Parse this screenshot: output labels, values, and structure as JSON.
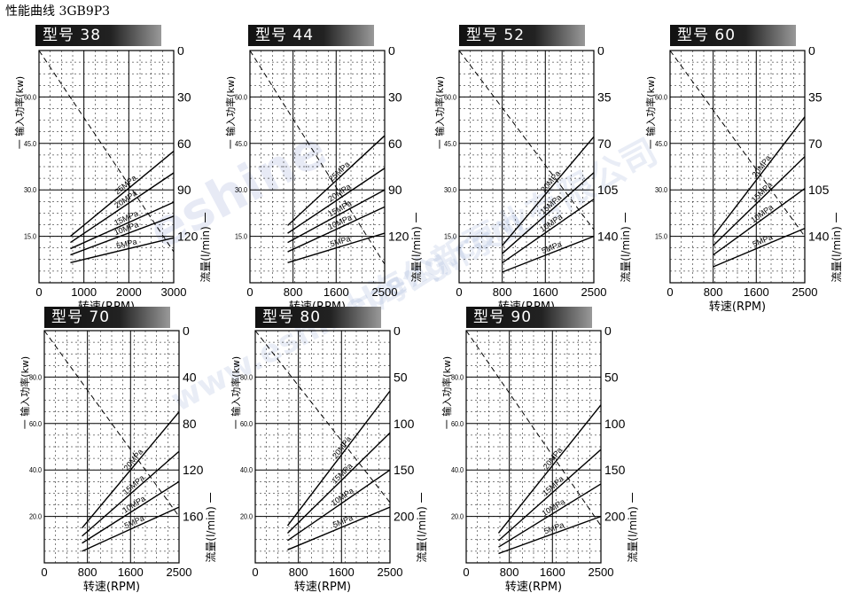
{
  "page_title": "性能曲线 3GB9P3",
  "watermark": {
    "logo": "eshine",
    "company": "上海公新泵业有限公司",
    "url": "www.eshinebeng.com"
  },
  "chart_data": [
    {
      "type": "line",
      "badge": "型号 38",
      "xlabel": "转速(RPM)",
      "ylabel_left": "输入功率(kw)",
      "ylabel_right": "流量(l/min)",
      "x_ticks": [
        0,
        1000,
        2000,
        3000
      ],
      "xlim": [
        0,
        3000
      ],
      "power_ticks": [
        "15.0",
        "30.0",
        "45.0",
        "60.0"
      ],
      "power_lim": [
        0,
        75
      ],
      "flow_ticks": [
        0,
        30,
        60,
        90,
        120
      ],
      "flow_lim": [
        0,
        150
      ],
      "power_limit_line": [
        [
          0,
          0
        ],
        [
          3000,
          130
        ]
      ],
      "series": [
        {
          "name": "25MPa",
          "x": [
            700,
            3000
          ],
          "flow": [
            120,
            65
          ]
        },
        {
          "name": "20MPa",
          "x": [
            700,
            3000
          ],
          "flow": [
            124,
            79
          ]
        },
        {
          "name": "15MPa",
          "x": [
            700,
            3000
          ],
          "flow": [
            128,
            98
          ]
        },
        {
          "name": "10MPa",
          "x": [
            700,
            3000
          ],
          "flow": [
            132,
            107
          ]
        },
        {
          "name": "5MPa",
          "x": [
            700,
            3000
          ],
          "flow": [
            137,
            121
          ]
        }
      ]
    },
    {
      "type": "line",
      "badge": "型号 44",
      "xlabel": "转速(RPM)",
      "ylabel_left": "输入功率(kw)",
      "ylabel_right": "流量(l/min)",
      "x_ticks": [
        0,
        800,
        1600,
        2500
      ],
      "xlim": [
        0,
        2500
      ],
      "power_ticks": [
        "15.0",
        "30.0",
        "45.0",
        "60.0"
      ],
      "power_lim": [
        0,
        75
      ],
      "flow_ticks": [
        0,
        30,
        60,
        90,
        120
      ],
      "flow_lim": [
        0,
        150
      ],
      "power_limit_line": [
        [
          0,
          0
        ],
        [
          2500,
          138
        ]
      ],
      "series": [
        {
          "name": "25MPa",
          "x": [
            700,
            2500
          ],
          "flow": [
            113,
            55
          ]
        },
        {
          "name": "20MPa",
          "x": [
            700,
            2500
          ],
          "flow": [
            118,
            76
          ]
        },
        {
          "name": "15MPa",
          "x": [
            700,
            2500
          ],
          "flow": [
            124,
            90
          ]
        },
        {
          "name": "10MPa",
          "x": [
            700,
            2500
          ],
          "flow": [
            130,
            101
          ]
        },
        {
          "name": "5MPa",
          "x": [
            700,
            2500
          ],
          "flow": [
            137,
            118
          ]
        }
      ]
    },
    {
      "type": "line",
      "badge": "型号 52",
      "xlabel": "转速(RPM)",
      "ylabel_left": "输入功率(kw)",
      "ylabel_right": "流量(l/min)",
      "x_ticks": [
        0,
        800,
        1600,
        2500
      ],
      "xlim": [
        0,
        2500
      ],
      "power_ticks": [
        "15.0",
        "30.0",
        "45.0",
        "60.0"
      ],
      "power_lim": [
        0,
        75
      ],
      "flow_ticks": [
        0,
        35,
        70,
        105,
        140
      ],
      "flow_lim": [
        0,
        175
      ],
      "power_limit_line": [
        [
          0,
          0
        ],
        [
          2500,
          135
        ]
      ],
      "series": [
        {
          "name": "20MPa",
          "x": [
            800,
            2500
          ],
          "flow": [
            147,
            65
          ]
        },
        {
          "name": "15MPa",
          "x": [
            800,
            2500
          ],
          "flow": [
            153,
            92
          ]
        },
        {
          "name": "10MPa",
          "x": [
            800,
            2500
          ],
          "flow": [
            160,
            112
          ]
        },
        {
          "name": "5MPa",
          "x": [
            800,
            2500
          ],
          "flow": [
            167,
            140
          ]
        }
      ]
    },
    {
      "type": "line",
      "badge": "型号 60",
      "xlabel": "转速(RPM)",
      "ylabel_left": "输入功率(kw)",
      "ylabel_right": "流量(l/min)",
      "x_ticks": [
        0,
        800,
        1600,
        2500
      ],
      "xlim": [
        0,
        2500
      ],
      "power_ticks": [
        "15.0",
        "30.0",
        "45.0",
        "60.0"
      ],
      "power_lim": [
        0,
        75
      ],
      "flow_ticks": [
        0,
        35,
        70,
        105,
        140
      ],
      "flow_lim": [
        0,
        175
      ],
      "power_limit_line": [
        [
          0,
          0
        ],
        [
          2500,
          140
        ]
      ],
      "series": [
        {
          "name": "20MPa",
          "x": [
            800,
            2500
          ],
          "flow": [
            140,
            50
          ]
        },
        {
          "name": "15MPa",
          "x": [
            800,
            2500
          ],
          "flow": [
            147,
            80
          ]
        },
        {
          "name": "10MPa",
          "x": [
            800,
            2500
          ],
          "flow": [
            154,
            104
          ]
        },
        {
          "name": "5MPa",
          "x": [
            800,
            2500
          ],
          "flow": [
            163,
            134
          ]
        }
      ]
    },
    {
      "type": "line",
      "badge": "型号 70",
      "xlabel": "转速(RPM)",
      "ylabel_left": "输入功率(kw)",
      "ylabel_right": "流量(l/min)",
      "x_ticks": [
        0,
        800,
        1600,
        2500
      ],
      "xlim": [
        0,
        2500
      ],
      "power_ticks": [
        "20.0",
        "40.0",
        "60.0",
        "80.0"
      ],
      "power_lim": [
        0,
        100
      ],
      "flow_ticks": [
        0,
        40,
        80,
        120,
        160
      ],
      "flow_lim": [
        0,
        200
      ],
      "power_limit_line": [
        [
          0,
          0
        ],
        [
          2500,
          160
        ]
      ],
      "series": [
        {
          "name": "20MPa",
          "x": [
            700,
            2500
          ],
          "flow": [
            170,
            70
          ]
        },
        {
          "name": "15MPa",
          "x": [
            700,
            2500
          ],
          "flow": [
            177,
            104
          ]
        },
        {
          "name": "10MPa",
          "x": [
            700,
            2500
          ],
          "flow": [
            183,
            130
          ]
        },
        {
          "name": "5MPa",
          "x": [
            700,
            2500
          ],
          "flow": [
            190,
            152
          ]
        }
      ]
    },
    {
      "type": "line",
      "badge": "型号 80",
      "xlabel": "转速(RPM)",
      "ylabel_left": "输入功率(kw)",
      "ylabel_right": "流量(l/min)",
      "x_ticks": [
        0,
        800,
        1600,
        2500
      ],
      "xlim": [
        0,
        2500
      ],
      "power_ticks": [
        "20.0",
        "40.0",
        "60.0",
        "80.0"
      ],
      "power_lim": [
        0,
        100
      ],
      "flow_ticks": [
        0,
        50,
        100,
        150,
        200
      ],
      "flow_lim": [
        0,
        250
      ],
      "power_limit_line": [
        [
          0,
          0
        ],
        [
          2500,
          185
        ]
      ],
      "series": [
        {
          "name": "20MPa",
          "x": [
            600,
            2500
          ],
          "flow": [
            210,
            65
          ]
        },
        {
          "name": "15MPa",
          "x": [
            600,
            2500
          ],
          "flow": [
            218,
            110
          ]
        },
        {
          "name": "10MPa",
          "x": [
            600,
            2500
          ],
          "flow": [
            226,
            150
          ]
        },
        {
          "name": "5MPa",
          "x": [
            600,
            2500
          ],
          "flow": [
            236,
            190
          ]
        }
      ]
    },
    {
      "type": "line",
      "badge": "型号 90",
      "xlabel": "转速(RPM)",
      "ylabel_left": "输入功率(kw)",
      "ylabel_right": "流量(l/min)",
      "x_ticks": [
        0,
        800,
        1600,
        2500
      ],
      "xlim": [
        0,
        2500
      ],
      "power_ticks": [
        "20.0",
        "40.0",
        "60.0",
        "80.0"
      ],
      "power_lim": [
        0,
        100
      ],
      "flow_ticks": [
        0,
        50,
        100,
        150,
        200
      ],
      "flow_lim": [
        0,
        250
      ],
      "power_limit_line": [
        [
          0,
          0
        ],
        [
          2500,
          210
        ]
      ],
      "series": [
        {
          "name": "20MPa",
          "x": [
            600,
            2500
          ],
          "flow": [
            218,
            80
          ]
        },
        {
          "name": "15MPa",
          "x": [
            600,
            2500
          ],
          "flow": [
            226,
            128
          ]
        },
        {
          "name": "10MPa",
          "x": [
            600,
            2500
          ],
          "flow": [
            233,
            165
          ]
        },
        {
          "name": "5MPa",
          "x": [
            600,
            2500
          ],
          "flow": [
            240,
            200
          ]
        }
      ]
    }
  ]
}
